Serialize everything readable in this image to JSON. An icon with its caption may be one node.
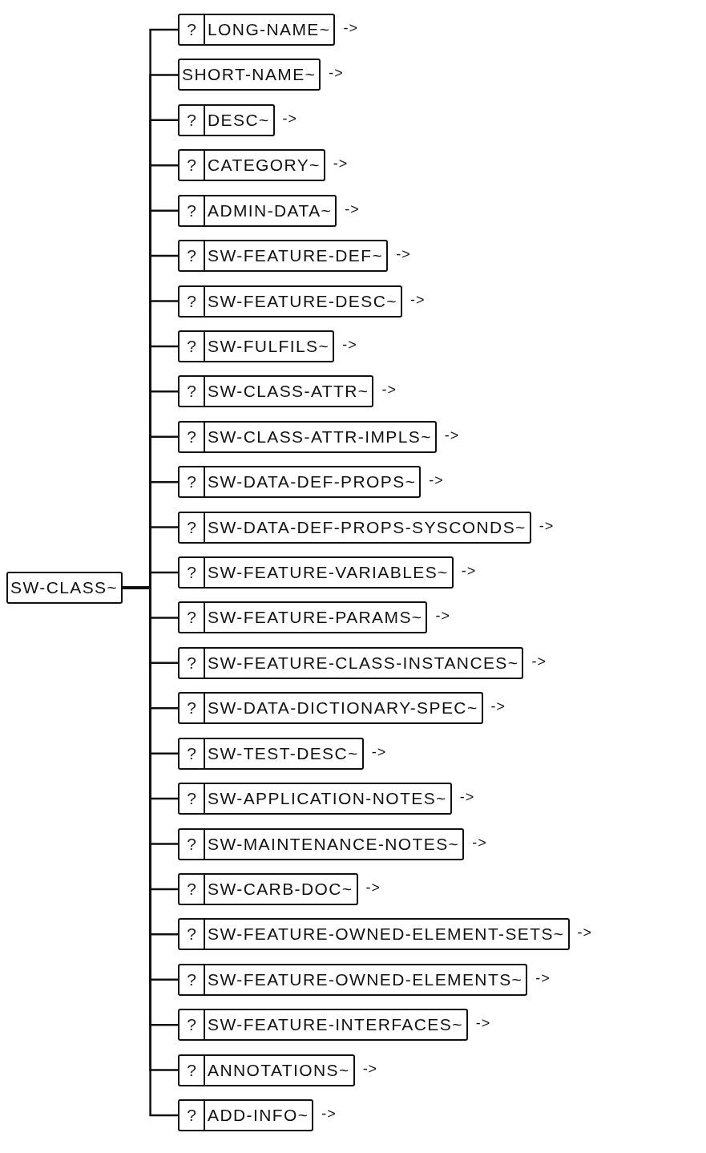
{
  "diagram": {
    "nodes": [
      {
        "text": [
          "SW-CLASS~"
        ]
      },
      {
        "text": [
          "?",
          "LONG-NAME~"
        ],
        "beside": [
          "->"
        ]
      },
      {
        "text": [
          "SHORT-NAME~"
        ],
        "beside": [
          "->"
        ]
      },
      {
        "text": [
          "?",
          "DESC~"
        ],
        "beside": [
          "->"
        ]
      },
      {
        "text": [
          "?",
          "CATEGORY~"
        ],
        "beside": [
          "->"
        ]
      },
      {
        "text": [
          "?",
          "ADMIN-DATA~"
        ],
        "beside": [
          "->"
        ]
      },
      {
        "text": [
          "?",
          "SW-FEATURE-DEF~"
        ],
        "beside": [
          "->"
        ]
      },
      {
        "text": [
          "?",
          "SW-FEATURE-DESC~"
        ],
        "beside": [
          "->"
        ]
      },
      {
        "text": [
          "?",
          "SW-FULFILS~"
        ],
        "beside": [
          "->"
        ]
      },
      {
        "text": [
          "?",
          "SW-CLASS-ATTR~"
        ],
        "beside": [
          "->"
        ]
      },
      {
        "text": [
          "?",
          "SW-CLASS-ATTR-IMPLS~"
        ],
        "beside": [
          "->"
        ]
      },
      {
        "text": [
          "?",
          "SW-DATA-DEF-PROPS~"
        ],
        "beside": [
          "->"
        ]
      },
      {
        "text": [
          "?",
          "SW-DATA-DEF-PROPS-SYSCONDS~"
        ],
        "beside": [
          "->"
        ]
      },
      {
        "text": [
          "?",
          "SW-FEATURE-VARIABLES~"
        ],
        "beside": [
          "->"
        ]
      },
      {
        "text": [
          "?",
          "SW-FEATURE-PARAMS~"
        ],
        "beside": [
          "->"
        ]
      },
      {
        "text": [
          "?",
          "SW-FEATURE-CLASS-INSTANCES~"
        ],
        "beside": [
          "->"
        ]
      },
      {
        "text": [
          "?",
          "SW-DATA-DICTIONARY-SPEC~"
        ],
        "beside": [
          "->"
        ]
      },
      {
        "text": [
          "?",
          "SW-TEST-DESC~"
        ],
        "beside": [
          "->"
        ]
      },
      {
        "text": [
          "?",
          "SW-APPLICATION-NOTES~"
        ],
        "beside": [
          "->"
        ]
      },
      {
        "text": [
          "?",
          "SW-MAINTENANCE-NOTES~"
        ],
        "beside": [
          "->"
        ]
      },
      {
        "text": [
          "?",
          "SW-CARB-DOC~"
        ],
        "beside": [
          "->"
        ]
      },
      {
        "text": [
          "?",
          "SW-FEATURE-OWNED-ELEMENT-SETS~"
        ],
        "beside": [
          "->"
        ]
      },
      {
        "text": [
          "?",
          "SW-FEATURE-OWNED-ELEMENTS~"
        ],
        "beside": [
          "->"
        ]
      },
      {
        "text": [
          "?",
          "SW-FEATURE-INTERFACES~"
        ],
        "beside": [
          "->"
        ]
      },
      {
        "text": [
          "?",
          "ANNOTATIONS~"
        ],
        "beside": [
          "->"
        ]
      },
      {
        "text": [
          "?",
          "ADD-INFO~"
        ],
        "beside": [
          "->"
        ]
      }
    ],
    "edges": [
      {
        "from": 0,
        "to": 1,
        "arrow": "none"
      },
      {
        "from": 0,
        "to": 2,
        "arrow": "none"
      },
      {
        "from": 0,
        "to": 3,
        "arrow": "none"
      },
      {
        "from": 0,
        "to": 4,
        "arrow": "none"
      },
      {
        "from": 0,
        "to": 5,
        "arrow": "none"
      },
      {
        "from": 0,
        "to": 6,
        "arrow": "none"
      },
      {
        "from": 0,
        "to": 7,
        "arrow": "none"
      },
      {
        "from": 0,
        "to": 8,
        "arrow": "none"
      },
      {
        "from": 0,
        "to": 9,
        "arrow": "none"
      },
      {
        "from": 0,
        "to": 10,
        "arrow": "none"
      },
      {
        "from": 0,
        "to": 11,
        "arrow": "none"
      },
      {
        "from": 0,
        "to": 12,
        "arrow": "none"
      },
      {
        "from": 0,
        "to": 13,
        "arrow": "none"
      },
      {
        "from": 0,
        "to": 14,
        "arrow": "none"
      },
      {
        "from": 0,
        "to": 15,
        "arrow": "none"
      },
      {
        "from": 0,
        "to": 16,
        "arrow": "none"
      },
      {
        "from": 0,
        "to": 17,
        "arrow": "none"
      },
      {
        "from": 0,
        "to": 18,
        "arrow": "none"
      },
      {
        "from": 0,
        "to": 19,
        "arrow": "none"
      },
      {
        "from": 0,
        "to": 20,
        "arrow": "none"
      },
      {
        "from": 0,
        "to": 21,
        "arrow": "none"
      },
      {
        "from": 0,
        "to": 22,
        "arrow": "none"
      },
      {
        "from": 0,
        "to": 23,
        "arrow": "none"
      },
      {
        "from": 0,
        "to": 24,
        "arrow": "none"
      },
      {
        "from": 0,
        "to": 25,
        "arrow": "none"
      }
    ]
  }
}
